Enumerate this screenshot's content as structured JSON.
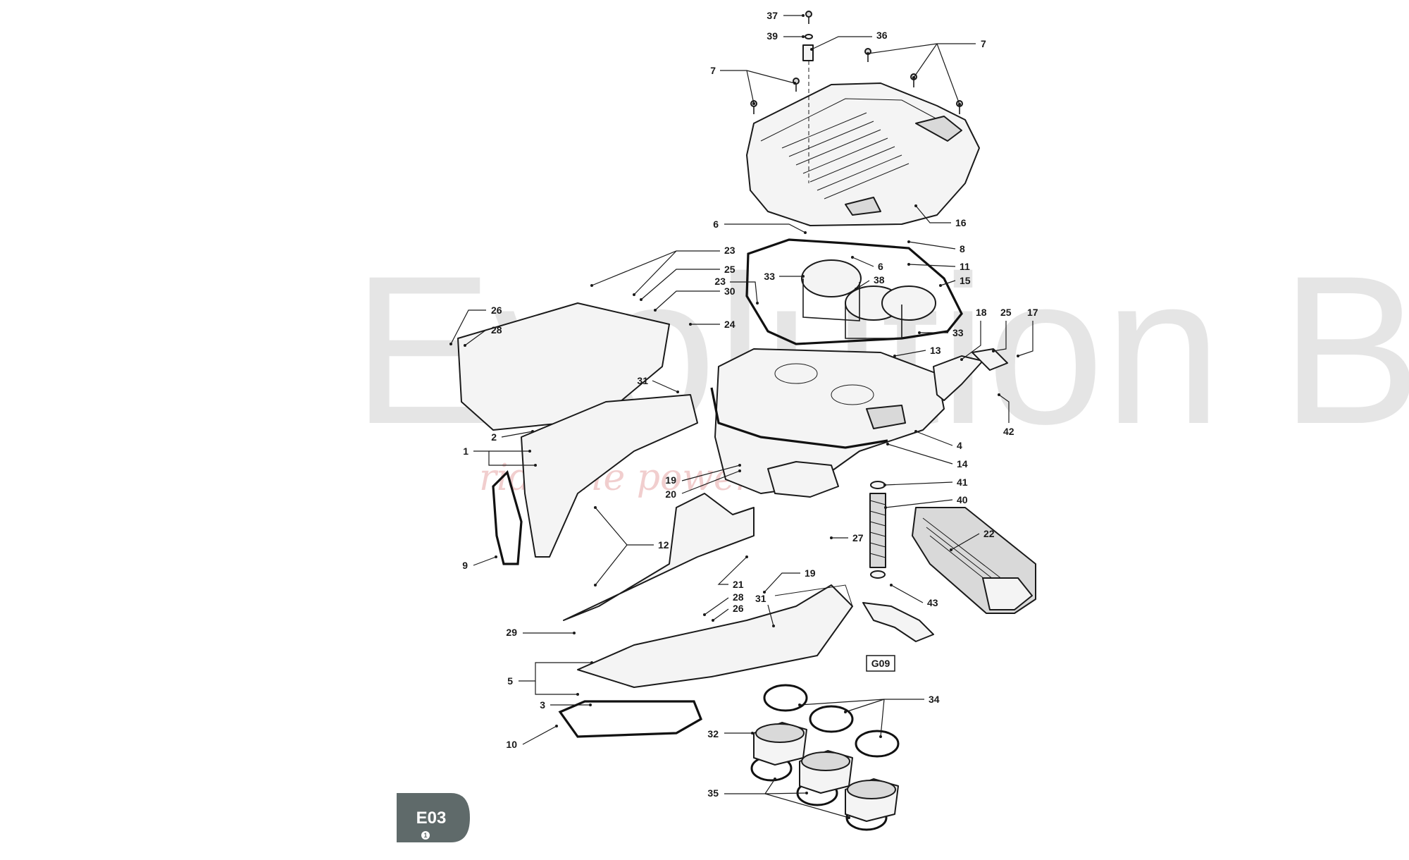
{
  "watermark": {
    "brand": "Evolution Bike",
    "tagline": "ride the power"
  },
  "section_tab": {
    "code": "E03",
    "sub": "1"
  },
  "reference_box": "G09",
  "callouts": [
    {
      "key": "37",
      "label": "37"
    },
    {
      "key": "39",
      "label": "39"
    },
    {
      "key": "36",
      "label": "36"
    },
    {
      "key": "7a",
      "label": "7"
    },
    {
      "key": "7b",
      "label": "7"
    },
    {
      "key": "16",
      "label": "16"
    },
    {
      "key": "6a",
      "label": "6"
    },
    {
      "key": "8",
      "label": "8"
    },
    {
      "key": "6b",
      "label": "6"
    },
    {
      "key": "11",
      "label": "11"
    },
    {
      "key": "38",
      "label": "38"
    },
    {
      "key": "15",
      "label": "15"
    },
    {
      "key": "33a",
      "label": "33"
    },
    {
      "key": "33b",
      "label": "33"
    },
    {
      "key": "13",
      "label": "13"
    },
    {
      "key": "18",
      "label": "18"
    },
    {
      "key": "25b",
      "label": "25"
    },
    {
      "key": "17",
      "label": "17"
    },
    {
      "key": "42",
      "label": "42"
    },
    {
      "key": "23a",
      "label": "23"
    },
    {
      "key": "23b",
      "label": "23"
    },
    {
      "key": "25a",
      "label": "25"
    },
    {
      "key": "30",
      "label": "30"
    },
    {
      "key": "24",
      "label": "24"
    },
    {
      "key": "26a",
      "label": "26"
    },
    {
      "key": "28a",
      "label": "28"
    },
    {
      "key": "31a",
      "label": "31"
    },
    {
      "key": "2",
      "label": "2"
    },
    {
      "key": "1",
      "label": "1"
    },
    {
      "key": "19a",
      "label": "19"
    },
    {
      "key": "20",
      "label": "20"
    },
    {
      "key": "4",
      "label": "4"
    },
    {
      "key": "14",
      "label": "14"
    },
    {
      "key": "41",
      "label": "41"
    },
    {
      "key": "40",
      "label": "40"
    },
    {
      "key": "22",
      "label": "22"
    },
    {
      "key": "27",
      "label": "27"
    },
    {
      "key": "12",
      "label": "12"
    },
    {
      "key": "9",
      "label": "9"
    },
    {
      "key": "19b",
      "label": "19"
    },
    {
      "key": "21",
      "label": "21"
    },
    {
      "key": "28b",
      "label": "28"
    },
    {
      "key": "26b",
      "label": "26"
    },
    {
      "key": "31b",
      "label": "31"
    },
    {
      "key": "43",
      "label": "43"
    },
    {
      "key": "29",
      "label": "29"
    },
    {
      "key": "5",
      "label": "5"
    },
    {
      "key": "3",
      "label": "3"
    },
    {
      "key": "34",
      "label": "34"
    },
    {
      "key": "32",
      "label": "32"
    },
    {
      "key": "10",
      "label": "10"
    },
    {
      "key": "35",
      "label": "35"
    }
  ]
}
